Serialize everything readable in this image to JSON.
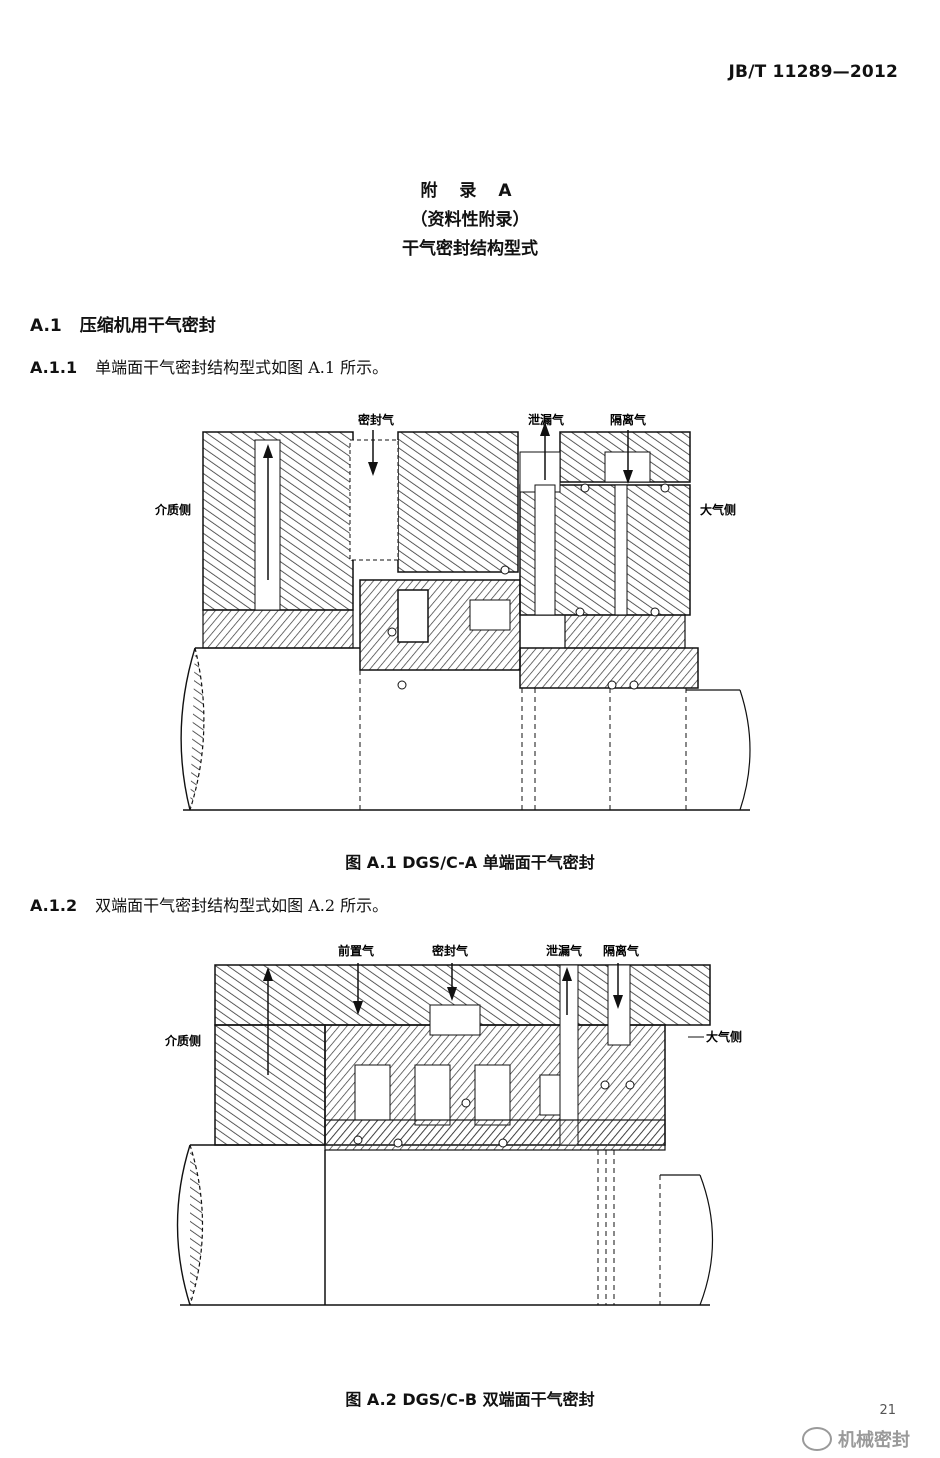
{
  "header": {
    "doc_number": "JB/T 11289—2012"
  },
  "appendix": {
    "title": "附 录 A",
    "note": "（资料性附录）",
    "subject": "干气密封结构型式"
  },
  "section_a1": {
    "number": "A.1",
    "title": "压缩机用干气密封"
  },
  "section_a11": {
    "number": "A.1.1",
    "text": "单端面干气密封结构型式如图 A.1 所示。"
  },
  "figure1": {
    "labels": {
      "seal_gas": "密封气",
      "leak_gas": "泄漏气",
      "isolation_gas": "隔离气",
      "medium_side": "介质侧",
      "atmosphere_side": "大气侧"
    },
    "caption": "图 A.1   DGS/C-A 单端面干气密封"
  },
  "section_a12": {
    "number": "A.1.2",
    "text": "双端面干气密封结构型式如图 A.2 所示。"
  },
  "figure2": {
    "labels": {
      "pre_gas": "前置气",
      "seal_gas": "密封气",
      "leak_gas": "泄漏气",
      "isolation_gas": "隔离气",
      "medium_side": "介质侧",
      "atmosphere_side": "大气侧"
    },
    "caption": "图 A.2   DGS/C-B 双端面干气密封"
  },
  "footer": {
    "page_number": "21",
    "watermark": "机械密封"
  }
}
